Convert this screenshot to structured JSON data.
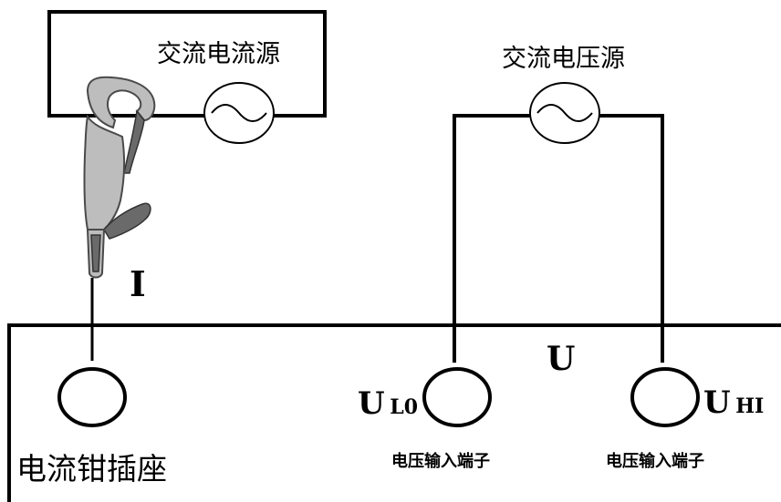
{
  "labels": {
    "ac_current_source": "交流电流源",
    "ac_voltage_source": "交流电压源",
    "current_I": "I",
    "voltage_U": "U",
    "u_lo_main": "U",
    "u_lo_sub": "L0",
    "u_hi_main": "U",
    "u_hi_sub": "HI",
    "clamp_socket": "电流钳插座",
    "voltage_terminal_left": "电压输入端子",
    "voltage_terminal_right": "电压输入端子"
  },
  "colors": {
    "line": "#000000",
    "background": "#ffffff",
    "clamp_body": "#bdbdbd"
  }
}
